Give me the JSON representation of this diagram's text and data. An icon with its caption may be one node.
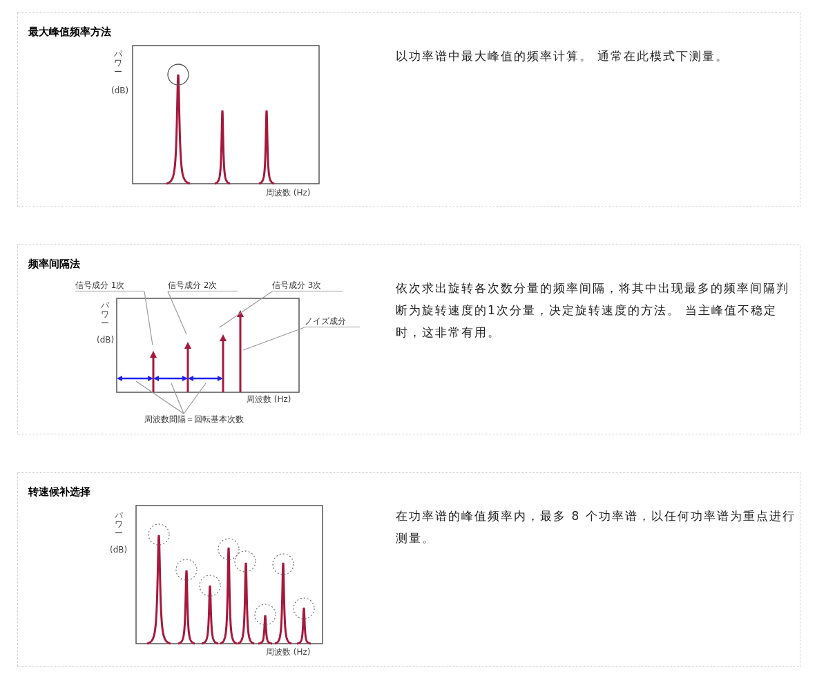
{
  "diagram": {
    "nodes": [
      {
        "text": [
          "最大峰值频率方法",
          "以功率谱中最大峰值的频率计算。 通常在此模式下测量。"
        ]
      },
      {
        "text": [
          "频率间隔法",
          "依次求出旋转各次数分量的频率间隔，将其中出现最多的频率间隔判断为旋转速度的1次分量，决定旋转速度的方法。 当主峰值不稳定时，这非常有用。"
        ]
      },
      {
        "text": [
          "信号成分 1次"
        ],
        "in": 1
      },
      {
        "text": [
          "信号成分 2次"
        ],
        "in": 1
      },
      {
        "text": [
          "信号成分 3次"
        ],
        "in": 1
      },
      {
        "text": [
          "ノイズ成分"
        ],
        "in": 1
      },
      {
        "text": [
          "周波数間隔＝回転基本次数"
        ],
        "in": 1
      },
      {
        "text": [
          "转速候补选择",
          "在功率谱的峰值频率内，最多 8 个功率谱，以任何功率谱为重点进行测量。"
        ]
      }
    ],
    "edges": [
      {
        "from": 2,
        "to": null,
        "arrow": "none"
      },
      {
        "from": 3,
        "to": null,
        "arrow": "none"
      },
      {
        "from": 4,
        "to": null,
        "arrow": "none"
      },
      {
        "from": 5,
        "to": null,
        "arrow": "none"
      },
      {
        "from": 6,
        "to": null,
        "arrow": "none"
      },
      {
        "from": 6,
        "to": null,
        "arrow": "none"
      },
      {
        "from": 6,
        "to": null,
        "arrow": "none"
      }
    ],
    "labels": [
      "パワー",
      "(dB)",
      "周波数 (Hz)",
      "パワー",
      "(dB)",
      "周波数 (Hz)",
      "パワー",
      "(dB)",
      "周波数 (Hz)"
    ]
  }
}
